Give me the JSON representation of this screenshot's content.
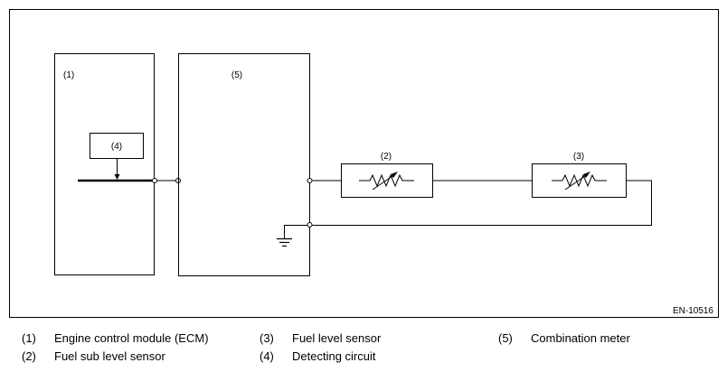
{
  "diagram": {
    "code": "EN-10516",
    "labels": {
      "ecm": "(1)",
      "fuel_sub_level_sensor": "(2)",
      "fuel_level_sensor": "(3)",
      "detecting_circuit": "(4)",
      "combination_meter": "(5)"
    }
  },
  "legend": [
    {
      "num": "(1)",
      "text": "Engine control module (ECM)"
    },
    {
      "num": "(2)",
      "text": "Fuel sub level sensor"
    },
    {
      "num": "(3)",
      "text": "Fuel level sensor"
    },
    {
      "num": "(4)",
      "text": "Detecting circuit"
    },
    {
      "num": "(5)",
      "text": "Combination meter"
    }
  ]
}
